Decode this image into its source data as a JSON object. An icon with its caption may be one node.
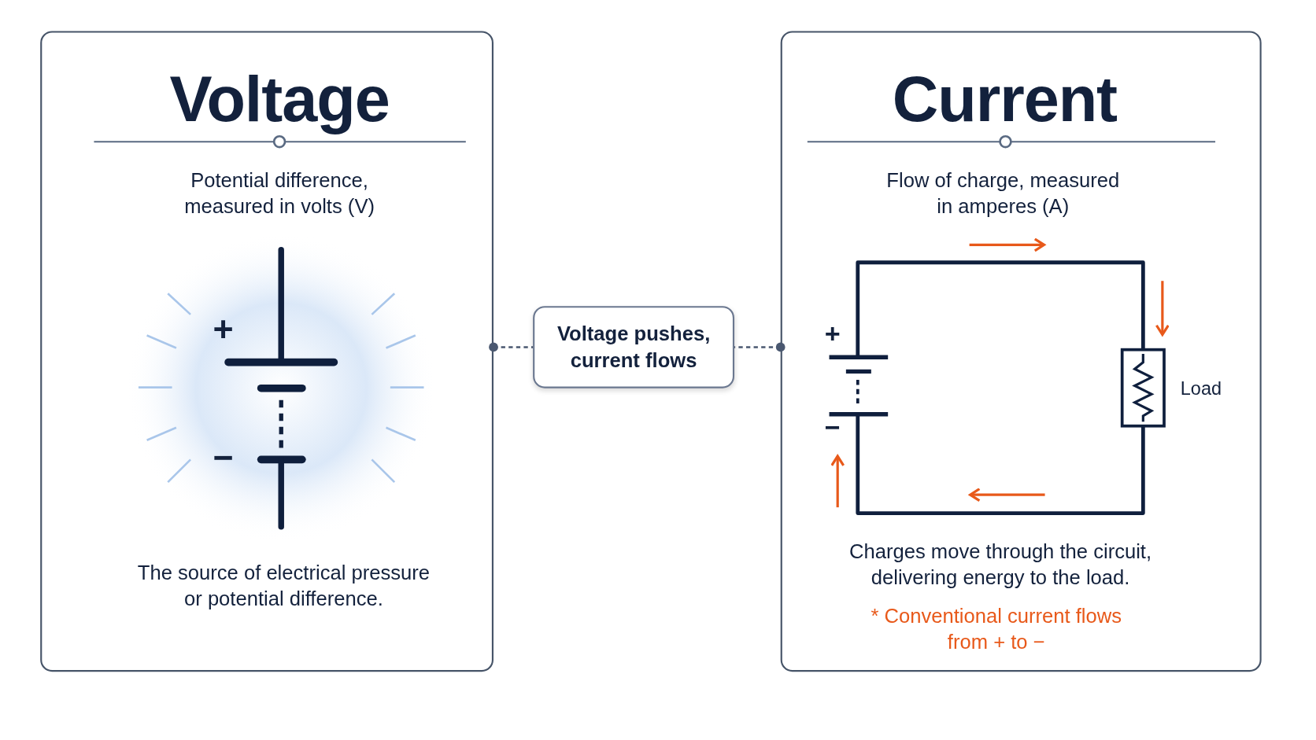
{
  "diagram": {
    "nodes": [
      {
        "text": [
          "Voltage",
          "Potential difference, measured in volts (V)",
          "The source of electrical pressure or potential difference."
        ]
      },
      {
        "text": [
          "Current",
          "Flow of charge, measured in amperes (A)",
          "Charges move through the circuit, delivering energy to the load.",
          "* Conventional current flows from + to −"
        ]
      },
      {
        "text": [
          "Voltage pushes, current flows"
        ]
      }
    ],
    "edges": [
      {
        "from": 0,
        "to": 2,
        "arrow": "other",
        "style": "dashed"
      },
      {
        "from": 1,
        "to": 2,
        "arrow": "other",
        "style": "dashed"
      }
    ],
    "labels": [
      "+",
      "−",
      "+",
      "−",
      "Load"
    ]
  }
}
